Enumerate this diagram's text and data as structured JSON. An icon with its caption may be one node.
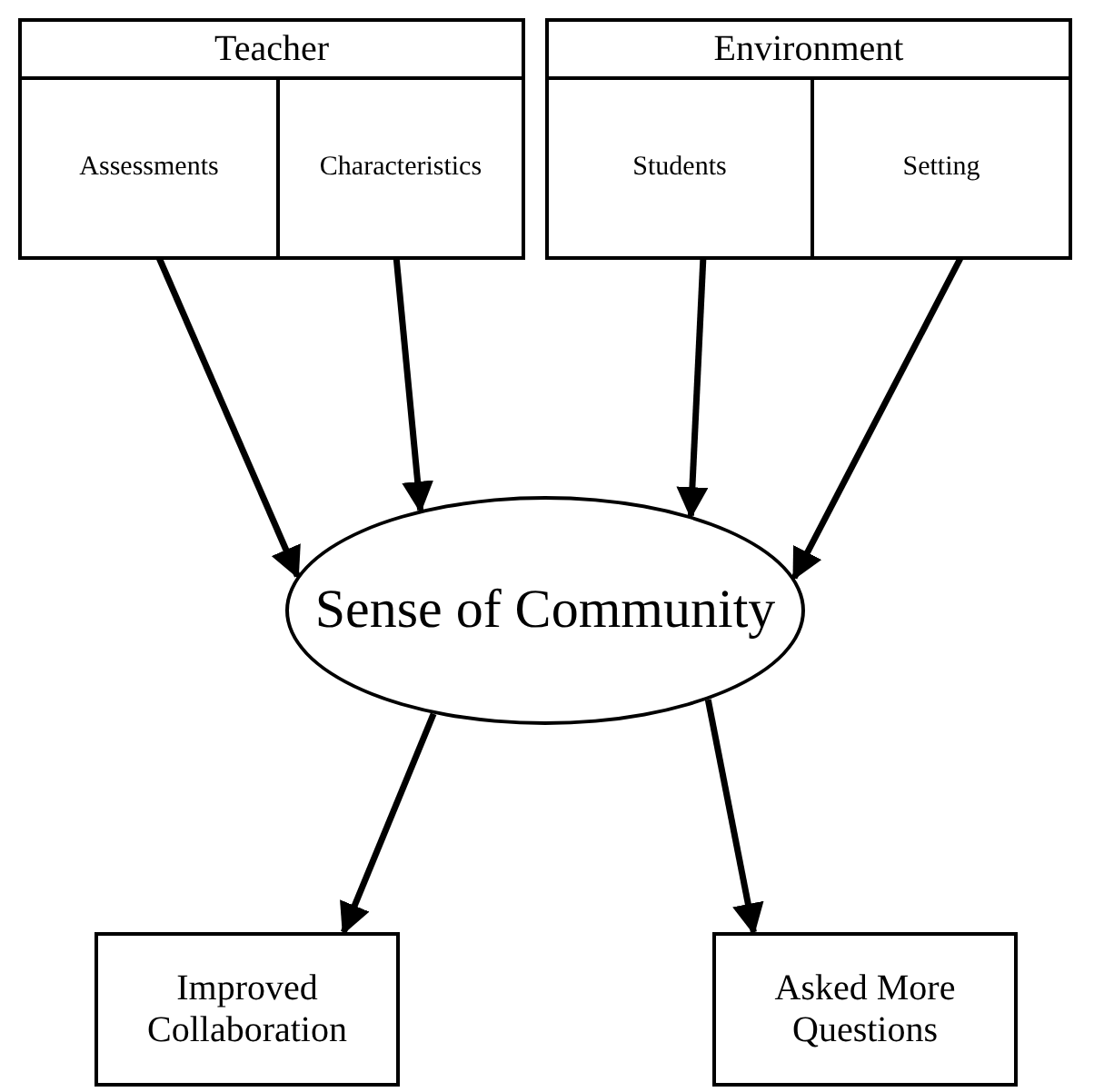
{
  "diagram": {
    "nodes": [
      {
        "text": [
          "Teacher"
        ]
      },
      {
        "text": [
          "Assessments"
        ],
        "in": 0
      },
      {
        "text": [
          "Characteristics"
        ],
        "in": 0
      },
      {
        "text": [
          "Environment"
        ]
      },
      {
        "text": [
          "Students"
        ],
        "in": 3
      },
      {
        "text": [
          "Setting"
        ],
        "in": 3
      },
      {
        "text": [
          "Sense of Community"
        ]
      },
      {
        "text": [
          "Improved Collaboration"
        ]
      },
      {
        "text": [
          "Asked More Questions"
        ]
      }
    ],
    "edges": [
      {
        "from": 1,
        "to": 6,
        "arrow": "to"
      },
      {
        "from": 2,
        "to": 6,
        "arrow": "to"
      },
      {
        "from": 4,
        "to": 6,
        "arrow": "to"
      },
      {
        "from": 5,
        "to": 6,
        "arrow": "to"
      },
      {
        "from": 6,
        "to": 7,
        "arrow": "to"
      },
      {
        "from": 6,
        "to": 8,
        "arrow": "to"
      }
    ]
  }
}
